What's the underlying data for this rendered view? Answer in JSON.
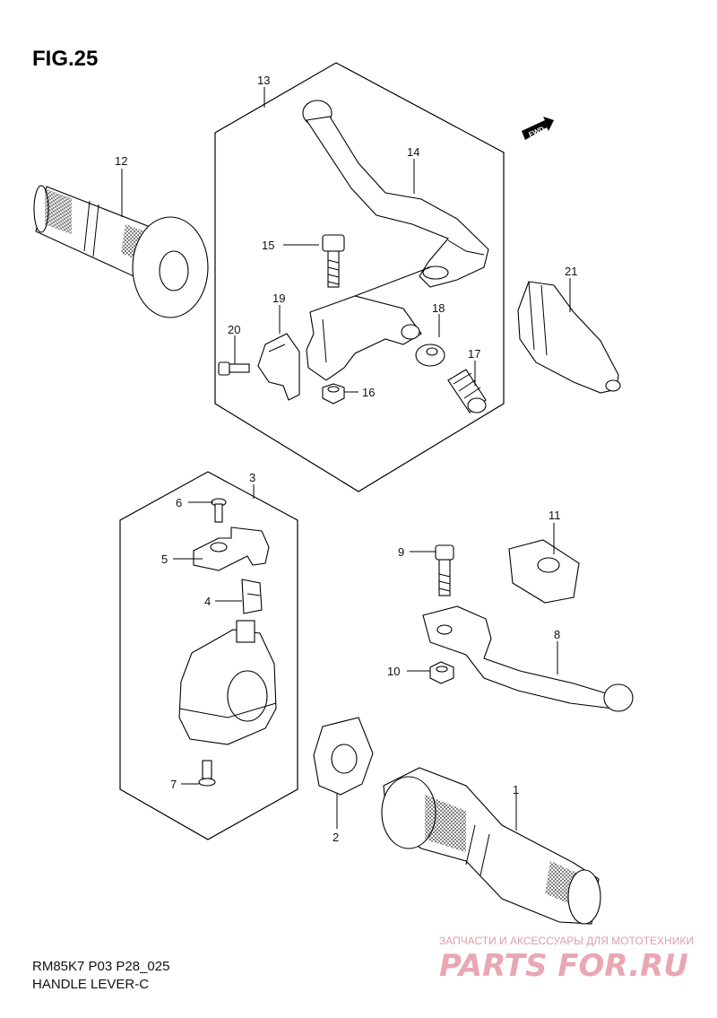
{
  "figure": {
    "title": "FIG.25"
  },
  "footer": {
    "model_code": "RM85K7 P03 P28_025",
    "section_name": "HANDLE LEVER-C"
  },
  "fwd_badge": {
    "text": "FWD"
  },
  "watermark": {
    "tagline": "ЗАПЧАСТИ И АКСЕССУАРЫ ДЛЯ МОТОТЕХНИКИ",
    "logo_text": "PARTS FOR.RU",
    "color": "#e9a7b3"
  },
  "callouts": {
    "c1": "1",
    "c2": "2",
    "c3": "3",
    "c4": "4",
    "c5": "5",
    "c6": "6",
    "c7": "7",
    "c8": "8",
    "c9": "9",
    "c10": "10",
    "c11": "11",
    "c12": "12",
    "c13": "13",
    "c14": "14",
    "c15": "15",
    "c16": "16",
    "c17": "17",
    "c18": "18",
    "c19": "19",
    "c20": "20",
    "c21": "21"
  }
}
